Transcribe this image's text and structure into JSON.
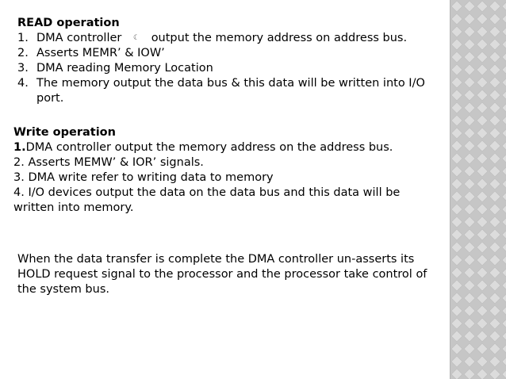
{
  "read": {
    "heading": "READ operation",
    "items": [
      {
        "num": "1.",
        "before": "DMA controller",
        "glyph": "☾",
        "after": "output the memory address on address bus."
      },
      {
        "num": "2.",
        "text": "Asserts MEMR’ & IOW’"
      },
      {
        "num": "3.",
        "text": "DMA reading Memory Location"
      },
      {
        "num": "4.",
        "text": "The memory output the data bus & this data will be written into I/O port."
      }
    ]
  },
  "write": {
    "heading": "Write operation",
    "line1_num": "1.",
    "line1_text": "DMA controller output the memory address on the address bus.",
    "line2": "2. Asserts MEMW’ & IOR’ signals.",
    "line3": "3. DMA write refer to writing data to memory",
    "line4": "4. I/O devices output the data on the data bus and this data will be written into memory."
  },
  "transfer": {
    "text": "When the data transfer is complete the DMA controller un-asserts its HOLD request signal to the processor and the processor take control of the system bus."
  },
  "colors": {
    "panel": "#c9c9c9",
    "panel_pattern": "#dedede"
  }
}
